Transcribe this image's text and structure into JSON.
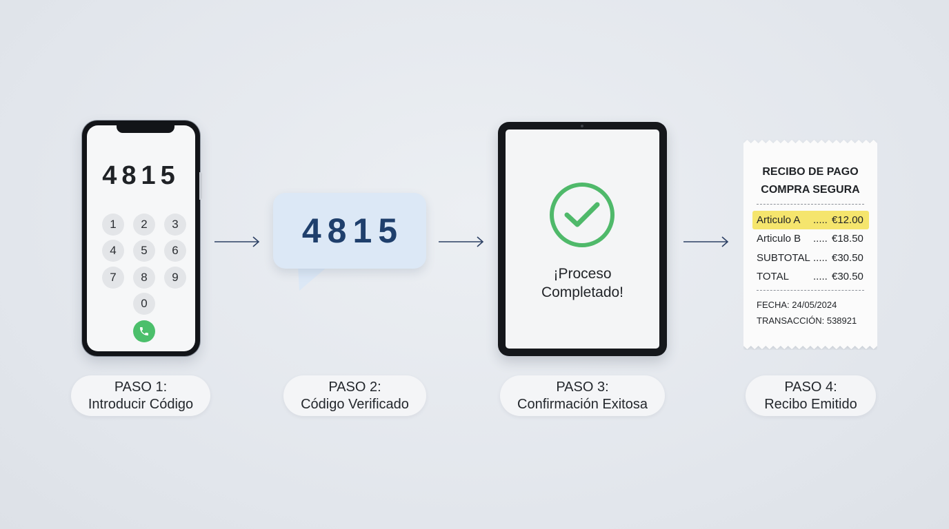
{
  "phone": {
    "code": "4815",
    "keys": [
      "1",
      "2",
      "3",
      "4",
      "5",
      "6",
      "7",
      "8",
      "9",
      "0"
    ]
  },
  "bubble": {
    "code": "4815"
  },
  "tablet": {
    "message_line1": "¡Proceso",
    "message_line2": "Completado!"
  },
  "receipt": {
    "title_line1": "RECIBO DE PAGO",
    "title_line2": "COMPRA SEGURA",
    "items": [
      {
        "name": "Articulo A",
        "dots": ".....",
        "price": "€12.00",
        "highlighted": true
      },
      {
        "name": "Articulo B",
        "dots": ".....",
        "price": "€18.50",
        "highlighted": false
      },
      {
        "name": "SUBTOTAL",
        "dots": ".....",
        "price": "€30.50",
        "highlighted": false
      },
      {
        "name": "TOTAL",
        "dots": ".....",
        "price": "€30.50",
        "highlighted": false
      }
    ],
    "date": "FECHA: 24/05/2024",
    "transaction": "TRANSACCIÓN: 538921"
  },
  "steps": [
    {
      "line1": "PASO 1:",
      "line2": "Introducir Código"
    },
    {
      "line1": "PASO 2:",
      "line2": "Código Verificado"
    },
    {
      "line1": "PASO 3:",
      "line2": "Confirmación Exitosa"
    },
    {
      "line1": "PASO 4:",
      "line2": "Recibo Emitido"
    }
  ],
  "colors": {
    "arrow": "#2b3f63",
    "bubble_text": "#1f3f6c",
    "check_green": "#4fb96a",
    "highlight": "#f5e56d",
    "call_green": "#4bbf6b"
  }
}
